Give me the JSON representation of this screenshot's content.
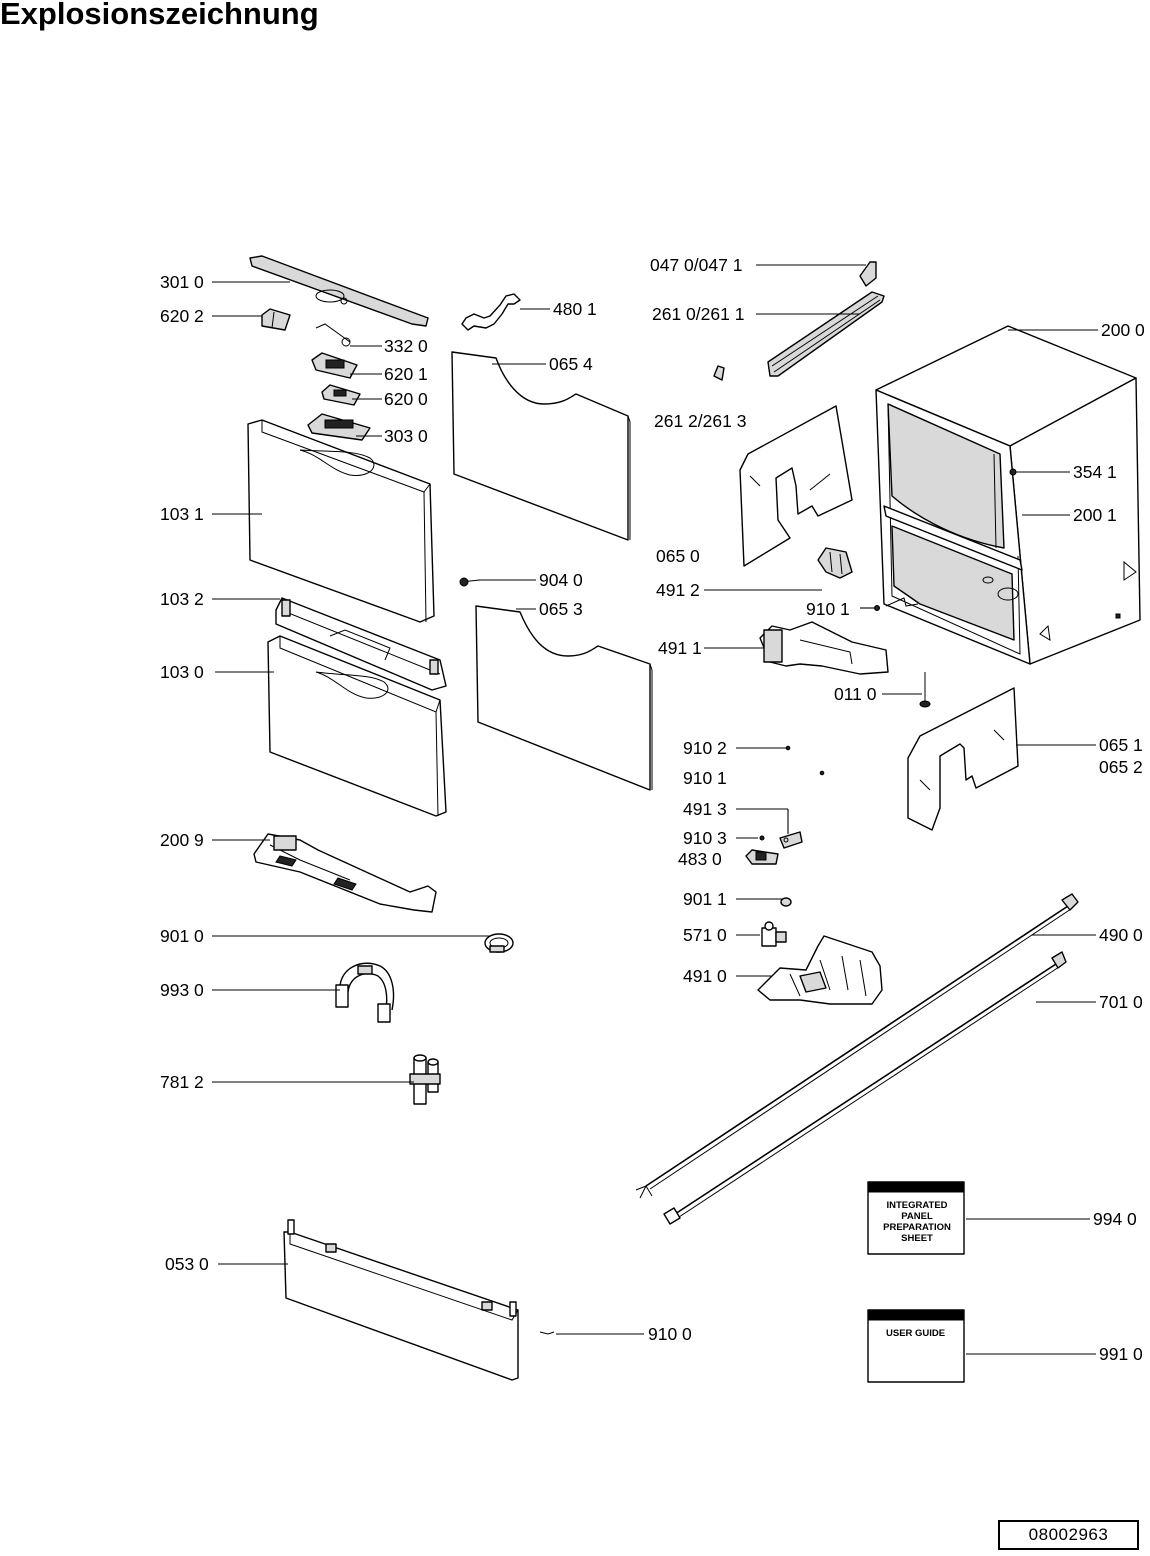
{
  "title": "Explosionszeichnung",
  "doc_number": "08002963",
  "labels": {
    "l3010": "301 0",
    "l6202": "620 2",
    "l3320": "332 0",
    "l6201": "620 1",
    "l6200": "620 0",
    "l3030": "303 0",
    "l1031": "103 1",
    "l1032": "103 2",
    "l1030": "103 0",
    "l2009": "200 9",
    "l9010": "901 0",
    "l9930": "993 0",
    "l7812": "781 2",
    "l0530": "053 0",
    "l4801": "480 1",
    "l0654": "065 4",
    "l9040": "904 0",
    "l0653": "065 3",
    "l9100": "910 0",
    "l0470": "047 0/047 1",
    "l2610": "261 0/261 1",
    "l2612": "261 2/261 3",
    "l0650": "065 0",
    "l4912": "491 2",
    "l4911": "491 1",
    "l9101a": "910 1",
    "l0110": "011 0",
    "l9102": "910 2",
    "l9101b": "910 1",
    "l4913": "491 3",
    "l9103": "910 3",
    "l4830": "483 0",
    "l9011": "901 1",
    "l5710": "571 0",
    "l4910": "491 0",
    "l2000": "200 0",
    "l3541": "354 1",
    "l2001": "200 1",
    "l0651": "065 1",
    "l0652": "065 2",
    "l4900": "490 0",
    "l7010": "701 0",
    "l9940": "994 0",
    "l9910": "991 0"
  },
  "documents": {
    "panel_sheet_lines": [
      "INTEGRATED",
      "PANEL",
      "PREPARATION",
      "SHEET"
    ],
    "user_guide": "USER GUIDE"
  }
}
